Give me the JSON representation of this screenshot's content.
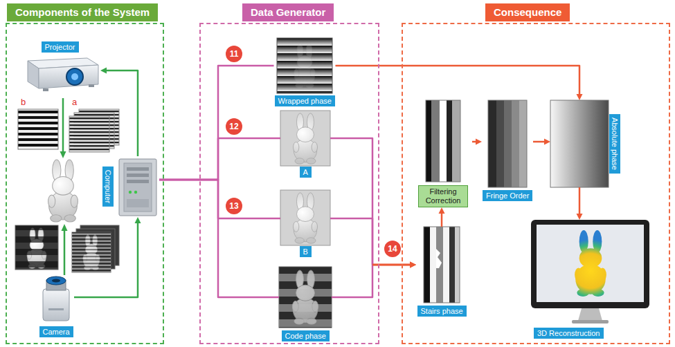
{
  "diagram": {
    "nodes": [
      {
        "text": [
          "Components of the System"
        ]
      },
      {
        "text": [
          "Projector"
        ],
        "in": 0
      },
      {
        "text": [
          "Computer"
        ],
        "in": 0
      },
      {
        "text": [
          "Camera"
        ],
        "in": 0
      },
      {
        "text": [
          "Data Generator"
        ]
      },
      {
        "text": [
          "11"
        ],
        "in": 4
      },
      {
        "text": [
          "Wrapped phase"
        ],
        "in": 4
      },
      {
        "text": [
          "12"
        ],
        "in": 4
      },
      {
        "text": [
          "A"
        ],
        "in": 4
      },
      {
        "text": [
          "13"
        ],
        "in": 4
      },
      {
        "text": [
          "B"
        ],
        "in": 4
      },
      {
        "text": [
          "Code phase"
        ],
        "in": 4
      },
      {
        "text": [
          "14"
        ]
      },
      {
        "text": [
          "Consequence"
        ]
      },
      {
        "text": [
          "Filtering Correction"
        ],
        "in": 13
      },
      {
        "text": [
          "Fringe Order"
        ],
        "in": 13
      },
      {
        "text": [
          "Absolute phase"
        ],
        "in": 13
      },
      {
        "text": [
          "Stairs phase"
        ],
        "in": 13
      },
      {
        "text": [
          "3D Reconstruction"
        ],
        "in": 13
      }
    ],
    "edges": [
      {
        "from": 2,
        "to": 1,
        "arrow": "to"
      },
      {
        "from": 3,
        "to": 2,
        "arrow": "to"
      },
      {
        "from": 2,
        "to": 6,
        "arrow": "none"
      },
      {
        "from": 2,
        "to": 8,
        "arrow": "none"
      },
      {
        "from": 2,
        "to": 10,
        "arrow": "none"
      },
      {
        "from": 2,
        "to": 11,
        "arrow": "none"
      },
      {
        "from": 8,
        "to": 17,
        "arrow": "to"
      },
      {
        "from": 10,
        "to": 17,
        "arrow": "to"
      },
      {
        "from": 11,
        "to": 17,
        "arrow": "to"
      },
      {
        "from": 17,
        "to": 14,
        "arrow": "to"
      },
      {
        "from": 14,
        "to": 15,
        "arrow": "to"
      },
      {
        "from": 15,
        "to": 16,
        "arrow": "to"
      },
      {
        "from": 6,
        "to": 16,
        "arrow": "to"
      },
      {
        "from": 16,
        "to": 18,
        "arrow": "to"
      }
    ],
    "labels": [
      "b",
      "a"
    ]
  }
}
